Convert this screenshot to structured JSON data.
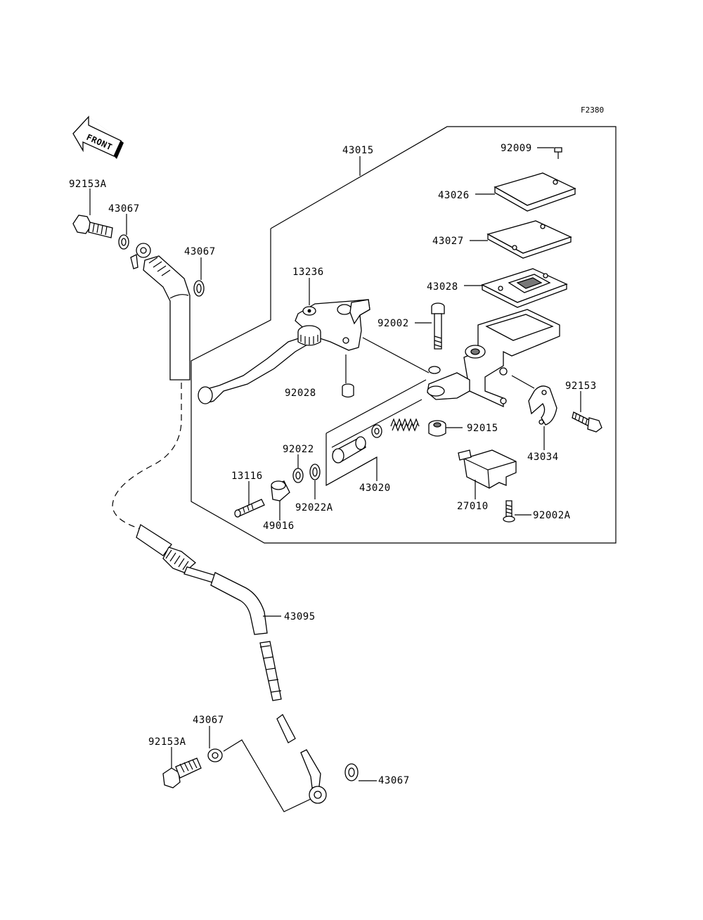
{
  "figure_code": "F2380",
  "front_label": "FRONT",
  "labels": {
    "p43015": "43015",
    "p92009": "92009",
    "p43026": "43026",
    "p43027": "43027",
    "p43028": "43028",
    "p13236": "13236",
    "p92002": "92002",
    "p92028": "92028",
    "p92153": "92153",
    "p92015": "92015",
    "p43034": "43034",
    "p92022": "92022",
    "p13116": "13116",
    "p43020": "43020",
    "p92022A": "92022A",
    "p49016": "49016",
    "p27010": "27010",
    "p92002A": "92002A",
    "p92153A_top": "92153A",
    "p43067_top1": "43067",
    "p43067_top2": "43067",
    "p43095": "43095",
    "p43067_bot1": "43067",
    "p92153A_bot": "92153A",
    "p43067_bot2": "43067"
  }
}
